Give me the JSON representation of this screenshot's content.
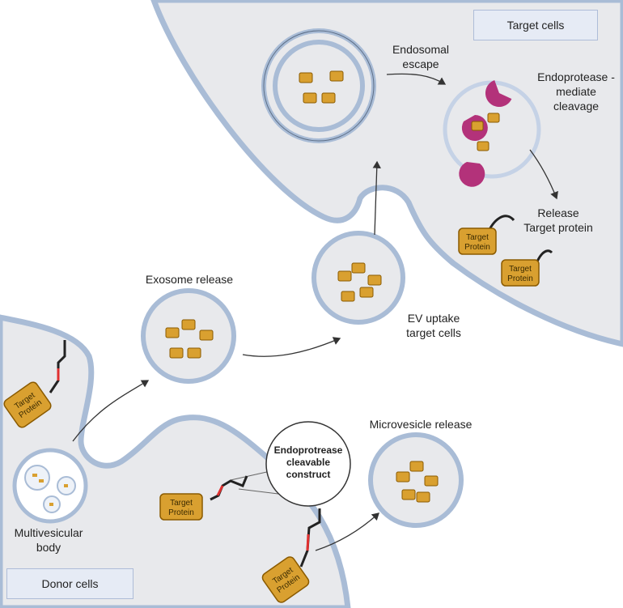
{
  "labels": {
    "target_cells": "Target cells",
    "donor_cells": "Donor cells",
    "endosomal_escape_1": "Endosomal",
    "endosomal_escape_2": "escape",
    "endoprotease_1": "Endoprotease -",
    "endoprotease_2": "mediate",
    "endoprotease_3": "cleavage",
    "release_1": "Release",
    "release_2": "Target protein",
    "exosome_release": "Exosome release",
    "ev_uptake_1": "EV uptake",
    "ev_uptake_2": "target cells",
    "microvesicle_release": "Microvesicle release",
    "mvb_1": "Multivesicular",
    "mvb_2": "body",
    "construct_1": "Endoprotrease",
    "construct_2": "cleavable",
    "construct_3": "construct",
    "target_1": "Target",
    "target_2": "Protein"
  },
  "colors": {
    "cell_fill": "#e8e9ec",
    "membrane": "#a9bcd6",
    "membrane_dark": "#5d6f88",
    "protein": "#d9a030",
    "protein_stroke": "#8a5a00",
    "linker_red": "#e03030",
    "protease": "#b3327a"
  }
}
